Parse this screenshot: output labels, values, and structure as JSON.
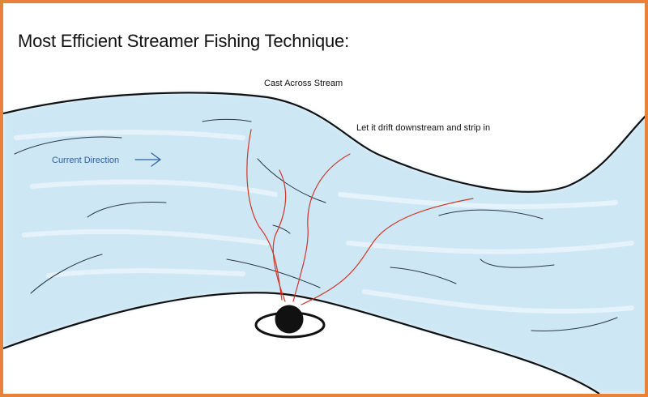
{
  "title": "Most Efficient Streamer Fishing Technique:",
  "labels": {
    "cast": "Cast Across Stream",
    "drift": "Let it drift downstream and strip in",
    "current": "Current Direction"
  },
  "colors": {
    "frame": "#e8823a",
    "water": "#cde7f5",
    "cast_lines": "#d2362a",
    "current_text": "#2f5f9e",
    "ripples": "#2b3a4a"
  },
  "icons": {
    "current_arrow": "arrow-right-icon",
    "angler": "angler-eye-icon"
  }
}
